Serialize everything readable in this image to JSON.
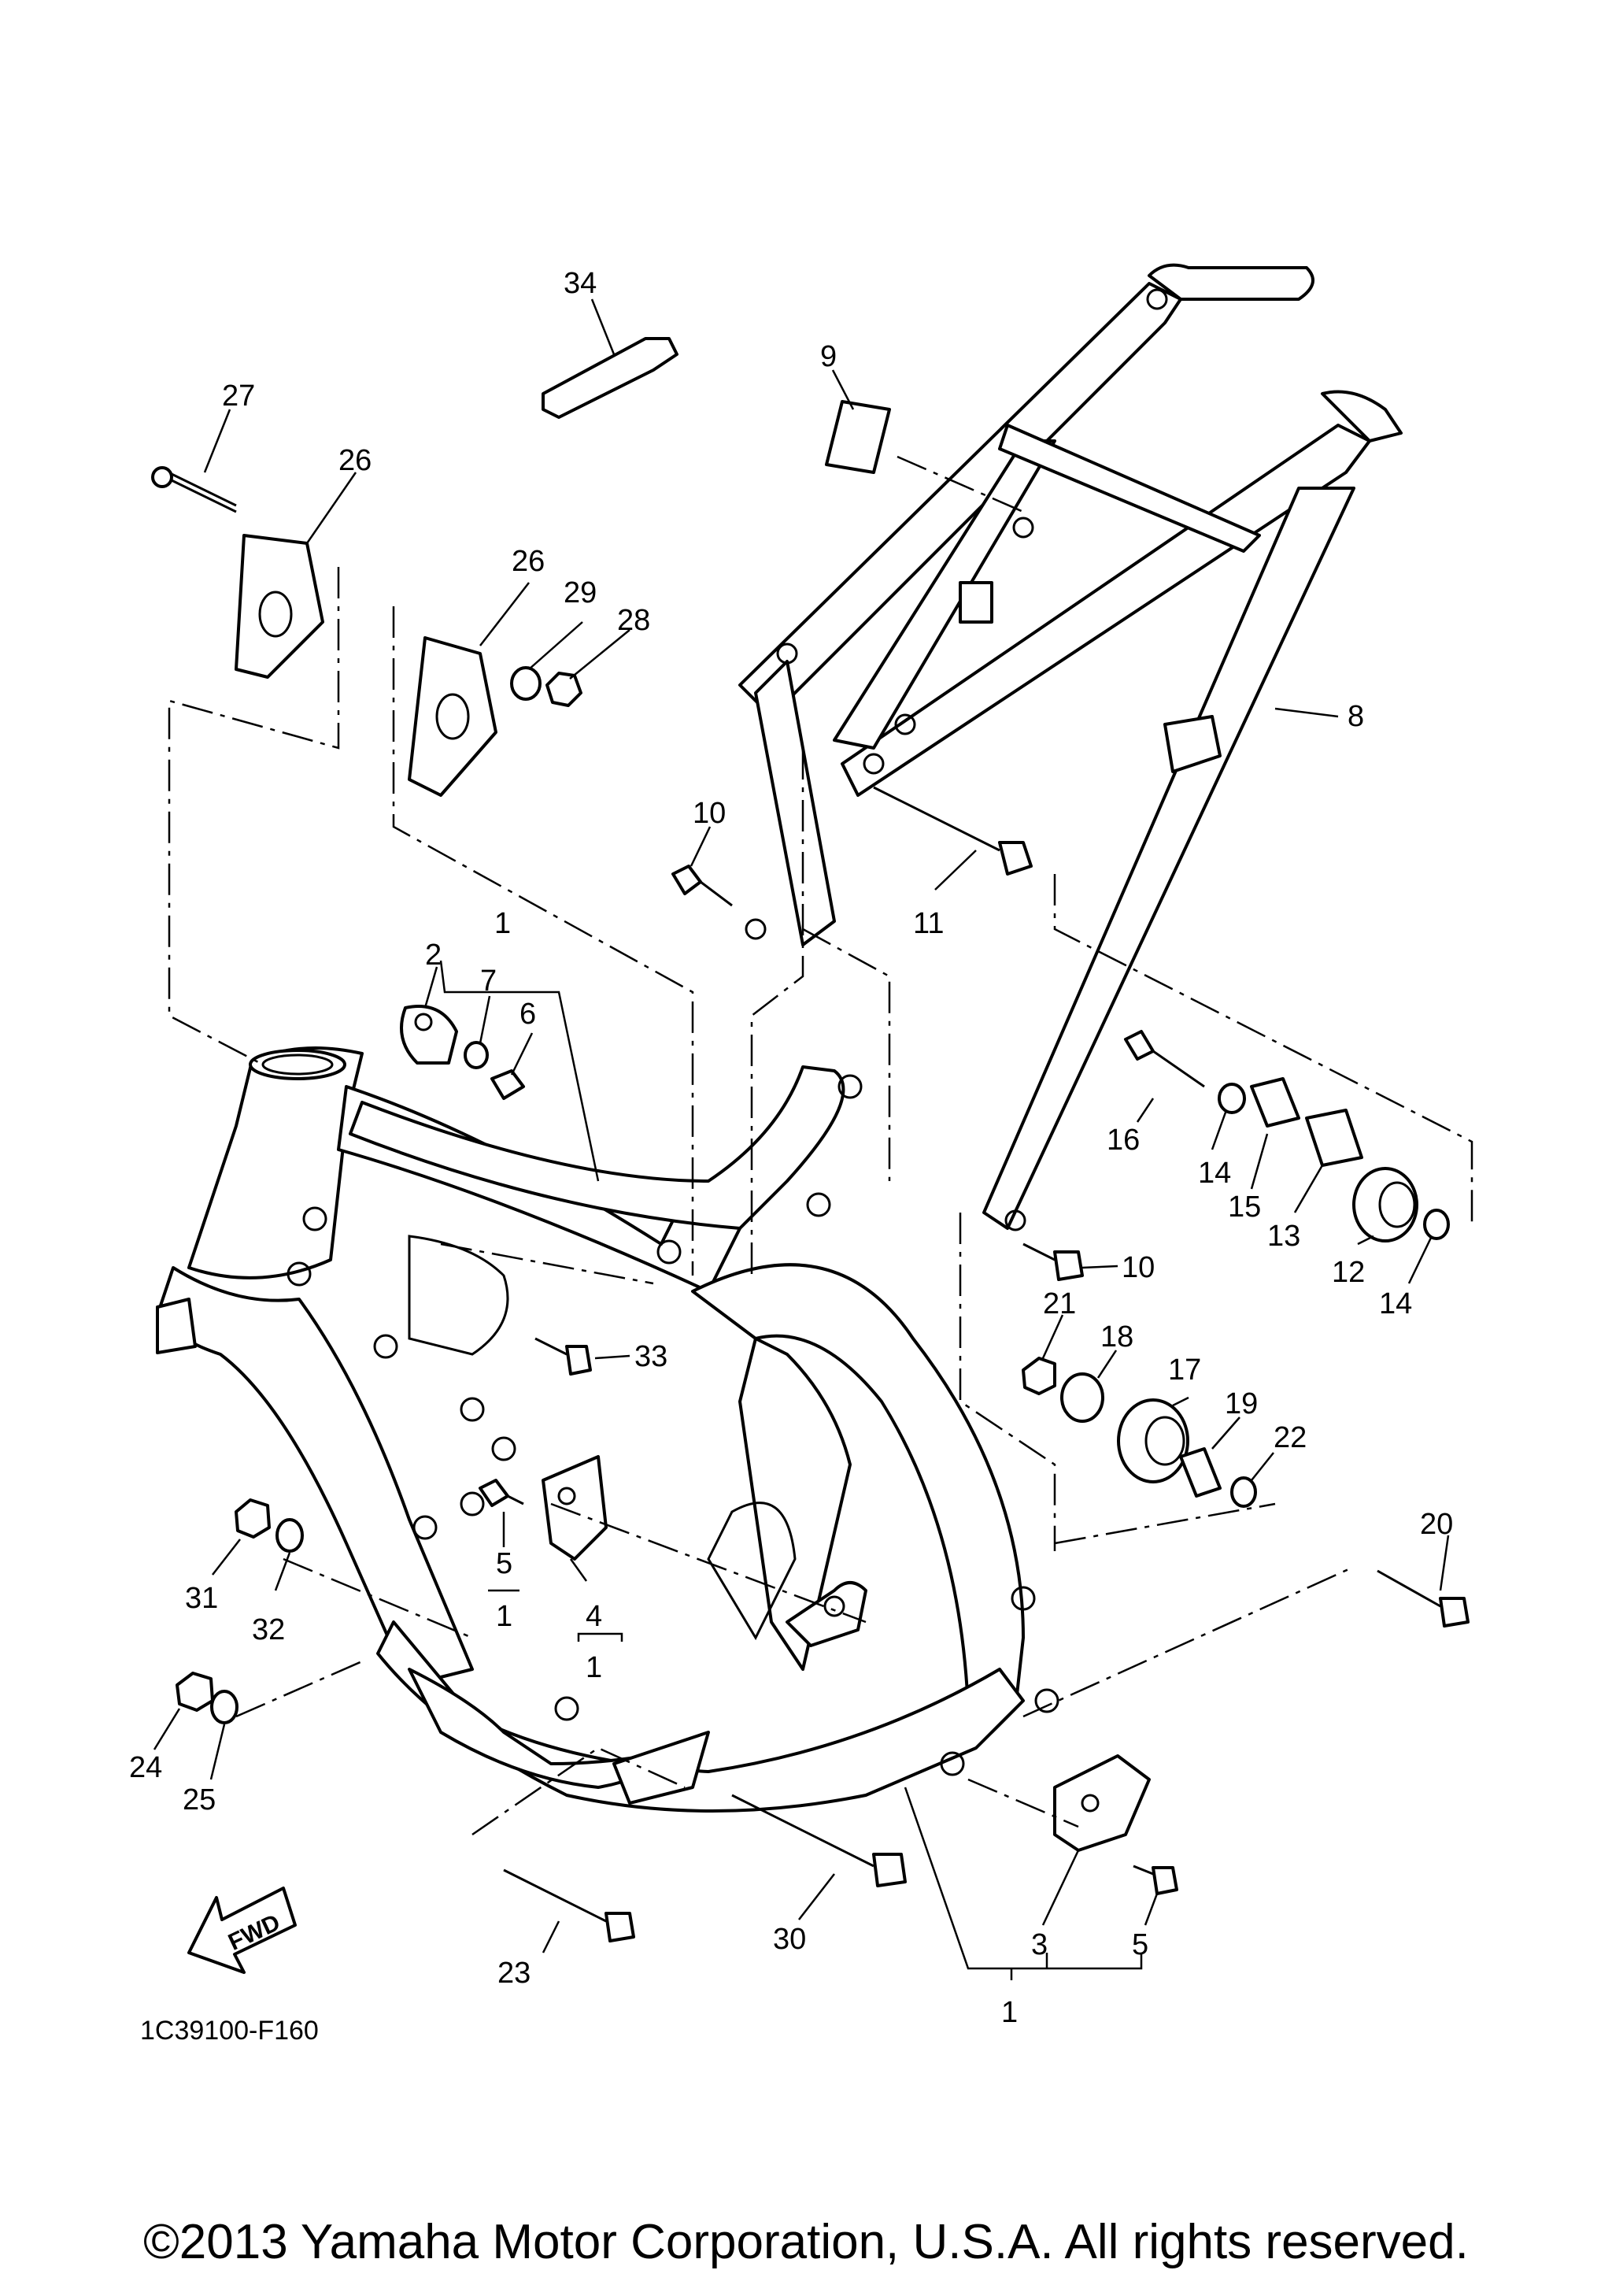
{
  "diagram": {
    "code": "1C39100-F160",
    "fwd_label": "FWD",
    "copyright": "©2013 Yamaha Motor Corporation, U.S.A. All rights reserved.",
    "callouts": {
      "c34": "34",
      "c27": "27",
      "c26a": "26",
      "c26b": "26",
      "c29": "29",
      "c28": "28",
      "c9": "9",
      "c8": "8",
      "c10a": "10",
      "c11": "11",
      "c1a": "1",
      "c2": "2",
      "c7": "7",
      "c6": "6",
      "c16": "16",
      "c14a": "14",
      "c15": "15",
      "c13": "13",
      "c12": "12",
      "c14b": "14",
      "c10b": "10",
      "c21": "21",
      "c18": "18",
      "c17": "17",
      "c19": "19",
      "c22": "22",
      "c33": "33",
      "c31": "31",
      "c32": "32",
      "c5a": "5",
      "c1b": "1",
      "c4": "4",
      "c1c": "1",
      "c20": "20",
      "c24": "24",
      "c25": "25",
      "c23": "23",
      "c30": "30",
      "c3": "3",
      "c5b": "5",
      "c1d": "1"
    }
  }
}
